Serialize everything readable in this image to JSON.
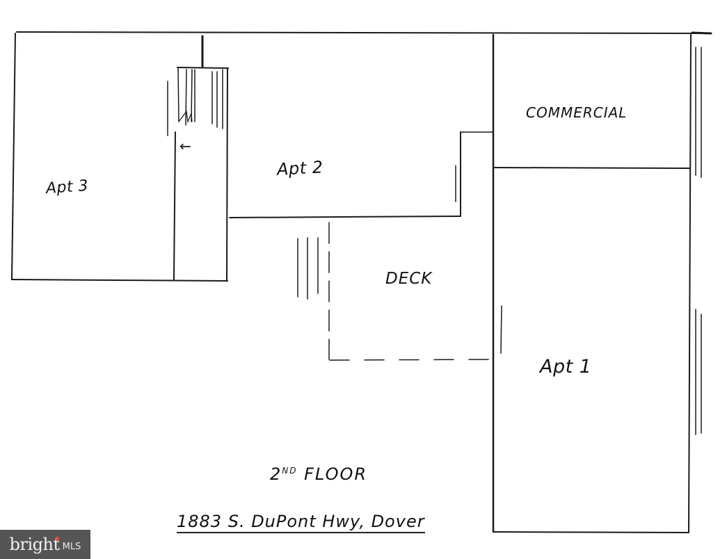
{
  "floor_plan": {
    "title": "2ND FLOOR",
    "title_main": "2",
    "title_superscript": "ND",
    "title_rest": " FLOOR",
    "address": "1883 S. DuPont Hwy, Dover",
    "rooms": [
      {
        "id": "apt3",
        "label": "Apt 3"
      },
      {
        "id": "apt2",
        "label": "Apt 2"
      },
      {
        "id": "commercial",
        "label": "COMMERCIAL"
      },
      {
        "id": "deck",
        "label": "DECK"
      },
      {
        "id": "apt1",
        "label": "Apt 1"
      }
    ],
    "stair_arrow": "←"
  },
  "watermark": {
    "brand": "bright",
    "suffix": "MLS",
    "background": "#555555",
    "accent_dot": "#e5533d"
  }
}
